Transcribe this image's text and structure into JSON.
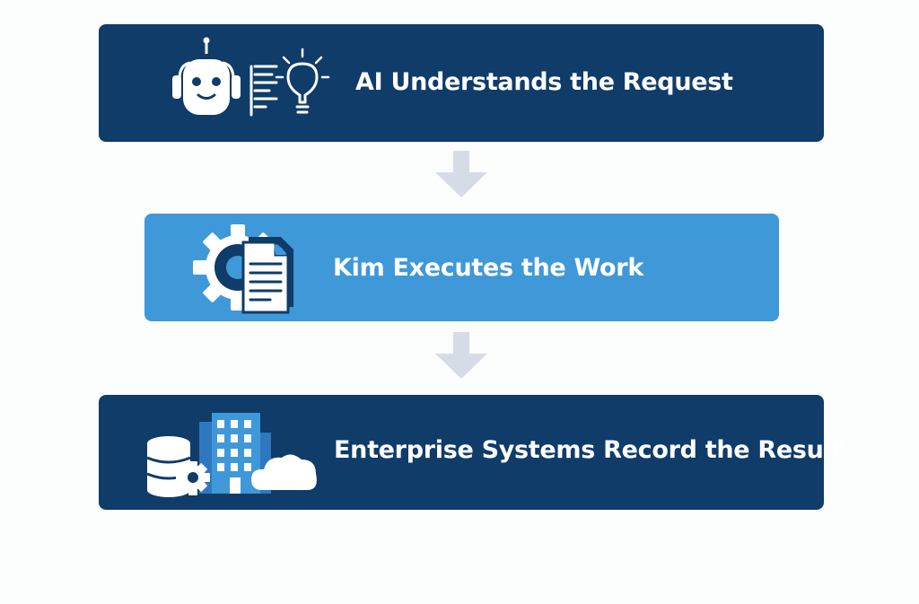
{
  "steps": [
    {
      "label": "AI Understands the Request",
      "icons": [
        "robot-icon",
        "text-lines-icon",
        "lightbulb-icon"
      ],
      "color": "#0f3c69"
    },
    {
      "label": "Kim Executes the Work",
      "icons": [
        "gear-icon",
        "document-icon"
      ],
      "color": "#3f98d8"
    },
    {
      "label": "Enterprise Systems Record the Result",
      "icons": [
        "database-icon",
        "gear-icon",
        "building-icon",
        "cloud-icon"
      ],
      "color": "#0f3c69"
    }
  ],
  "arrow_color": "#d5dce5"
}
